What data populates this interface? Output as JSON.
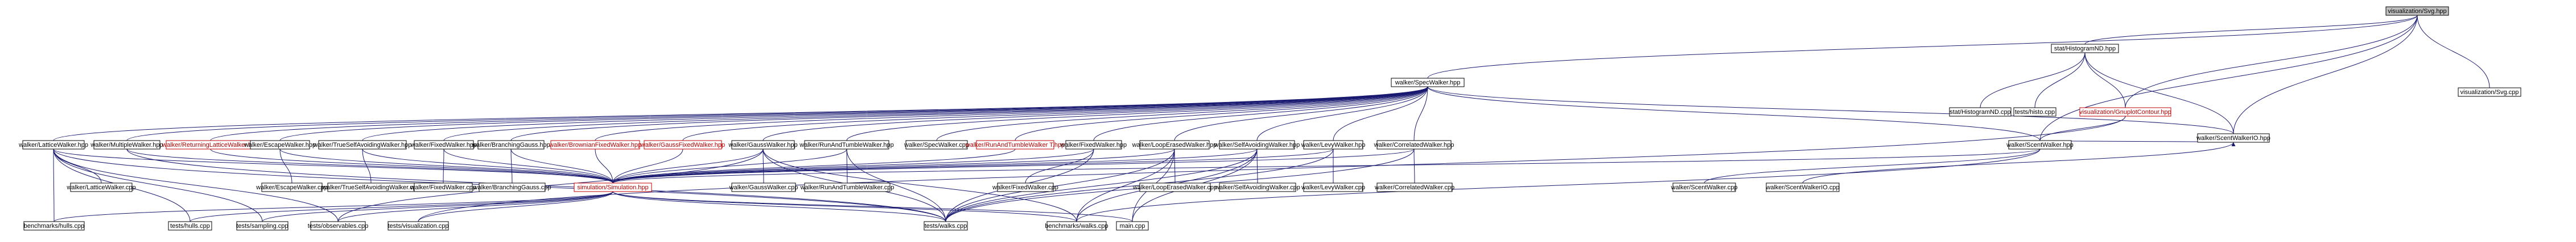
{
  "colors": {
    "edge": "#191970",
    "root_fill": "#bfbfbf",
    "broken_link": "#b00000"
  },
  "nodes": [
    {
      "id": "root",
      "label": "visualization/Svg.hpp",
      "kind": "root"
    },
    {
      "id": "svgcpp",
      "label": "visualization/Svg.cpp"
    },
    {
      "id": "hist",
      "label": "stat/HistogramND.hpp"
    },
    {
      "id": "specwalker",
      "label": "walker/SpecWalker.hpp"
    },
    {
      "id": "histcpp",
      "label": "stat/HistogramND.cpp"
    },
    {
      "id": "testshisto",
      "label": "tests/histo.cpp"
    },
    {
      "id": "gnuplot",
      "label": "visualization/GnuplotContour.hpp",
      "kind": "red"
    },
    {
      "id": "scentio",
      "label": "walker/ScentWalkerIO.hpp"
    },
    {
      "id": "lattice",
      "label": "walker/LatticeWalker.hpp"
    },
    {
      "id": "multiple",
      "label": "walker/MultipleWalker.hpp"
    },
    {
      "id": "returning",
      "label": "walker/ReturningLatticeWalker.hpp",
      "kind": "red"
    },
    {
      "id": "escape",
      "label": "walker/EscapeWalker.hpp"
    },
    {
      "id": "trueself",
      "label": "walker/TrueSelfAvoidingWalker.hpp"
    },
    {
      "id": "fractal",
      "label": "walker/FixedWalker.hpp"
    },
    {
      "id": "branching",
      "label": "walker/BranchingGauss.hpp"
    },
    {
      "id": "brownian",
      "label": "walker/BrownianFixedWalker.hpp",
      "kind": "red"
    },
    {
      "id": "gaussfixed",
      "label": "walker/GaussFixedWalker.hpp",
      "kind": "red"
    },
    {
      "id": "gauss",
      "label": "walker/GaussWalker.hpp"
    },
    {
      "id": "runtumble",
      "label": "walker/RunAndTumbleWalker.hpp"
    },
    {
      "id": "specwalkercpp",
      "label": "walker/SpecWalker.cpp"
    },
    {
      "id": "runtumbleT",
      "label": "walker/RunAndTumbleWalker T.hpp",
      "kind": "red"
    },
    {
      "id": "fixedwalker",
      "label": "walker/FixedWalker.hpp"
    },
    {
      "id": "loop",
      "label": "walker/LoopErasedWalker.hpp"
    },
    {
      "id": "selfavoid",
      "label": "walker/SelfAvoidingWalker.hpp"
    },
    {
      "id": "levy",
      "label": "walker/LevyWalker.hpp"
    },
    {
      "id": "correlated",
      "label": "walker/CorrelatedWalker.hpp"
    },
    {
      "id": "scent",
      "label": "walker/ScentWalker.hpp"
    },
    {
      "id": "simulation",
      "label": "simulation/Simulation.hpp",
      "kind": "red"
    },
    {
      "id": "latticecpp",
      "label": "walker/LatticeWalker.cpp"
    },
    {
      "id": "escapecpp",
      "label": "walker/EscapeWalker.cpp"
    },
    {
      "id": "trueselfcpp",
      "label": "walker/TrueSelfAvoidingWalker.cpp"
    },
    {
      "id": "fixedcpp",
      "label": "walker/FixedWalker.cpp"
    },
    {
      "id": "branchingcpp",
      "label": "walker/BranchingGauss.cpp"
    },
    {
      "id": "gausscpp",
      "label": "walker/GaussWalker.cpp"
    },
    {
      "id": "runtumblecpp",
      "label": "walker/RunAndTumbleWalker.cpp"
    },
    {
      "id": "fixedwalkercpp",
      "label": "walker/FixedWalker.cpp"
    },
    {
      "id": "loopcpp",
      "label": "walker/LoopErasedWalker.cpp"
    },
    {
      "id": "selfavoidcpp",
      "label": "walker/SelfAvoidingWalker.cpp"
    },
    {
      "id": "levycpp",
      "label": "walker/LevyWalker.cpp"
    },
    {
      "id": "correlatedcpp",
      "label": "walker/CorrelatedWalker.cpp"
    },
    {
      "id": "scentcpp",
      "label": "walker/ScentWalker.cpp"
    },
    {
      "id": "scentiocpp",
      "label": "walker/ScentWalkerIO.cpp"
    },
    {
      "id": "benchhulls",
      "label": "benchmarks/hulls.cpp"
    },
    {
      "id": "testshulls",
      "label": "tests/hulls.cpp"
    },
    {
      "id": "sampling",
      "label": "tests/sampling.cpp"
    },
    {
      "id": "observables",
      "label": "tests/observables.cpp"
    },
    {
      "id": "testsvis",
      "label": "tests/visualization.cpp"
    },
    {
      "id": "testswalks",
      "label": "tests/walks.cpp"
    },
    {
      "id": "benchwalks",
      "label": "benchmarks/walks.cpp"
    },
    {
      "id": "maincpp",
      "label": "main.cpp"
    }
  ],
  "edges": [
    [
      "root",
      "svgcpp"
    ],
    [
      "root",
      "hist"
    ],
    [
      "root",
      "specwalker"
    ],
    [
      "root",
      "gnuplot"
    ],
    [
      "root",
      "scentio"
    ],
    [
      "root",
      "scent"
    ],
    [
      "hist",
      "histcpp"
    ],
    [
      "hist",
      "testshisto"
    ],
    [
      "hist",
      "gnuplot"
    ],
    [
      "hist",
      "scentio"
    ],
    [
      "gnuplot",
      "scent"
    ],
    [
      "gnuplot",
      "testsvis"
    ],
    [
      "specwalker",
      "lattice"
    ],
    [
      "specwalker",
      "multiple"
    ],
    [
      "specwalker",
      "returning"
    ],
    [
      "specwalker",
      "escape"
    ],
    [
      "specwalker",
      "trueself"
    ],
    [
      "specwalker",
      "fractal"
    ],
    [
      "specwalker",
      "branching"
    ],
    [
      "specwalker",
      "brownian"
    ],
    [
      "specwalker",
      "gaussfixed"
    ],
    [
      "specwalker",
      "gauss"
    ],
    [
      "specwalker",
      "runtumble"
    ],
    [
      "specwalker",
      "specwalkercpp"
    ],
    [
      "specwalker",
      "runtumbleT"
    ],
    [
      "specwalker",
      "fixedwalker"
    ],
    [
      "specwalker",
      "loop"
    ],
    [
      "specwalker",
      "selfavoid"
    ],
    [
      "specwalker",
      "levy"
    ],
    [
      "specwalker",
      "correlated"
    ],
    [
      "specwalker",
      "scent"
    ],
    [
      "specwalker",
      "scentio"
    ],
    [
      "lattice",
      "latticecpp"
    ],
    [
      "lattice",
      "simulation"
    ],
    [
      "lattice",
      "benchhulls"
    ],
    [
      "lattice",
      "testshulls"
    ],
    [
      "lattice",
      "sampling"
    ],
    [
      "lattice",
      "observables"
    ],
    [
      "lattice",
      "testswalks"
    ],
    [
      "multiple",
      "simulation"
    ],
    [
      "multiple",
      "testswalks"
    ],
    [
      "returning",
      "simulation"
    ],
    [
      "escape",
      "escapecpp"
    ],
    [
      "escape",
      "simulation"
    ],
    [
      "trueself",
      "trueselfcpp"
    ],
    [
      "trueself",
      "simulation"
    ],
    [
      "fractal",
      "fixedcpp"
    ],
    [
      "fractal",
      "simulation"
    ],
    [
      "branching",
      "branchingcpp"
    ],
    [
      "branching",
      "simulation"
    ],
    [
      "brownian",
      "simulation"
    ],
    [
      "gaussfixed",
      "simulation"
    ],
    [
      "gauss",
      "gausscpp"
    ],
    [
      "gauss",
      "simulation"
    ],
    [
      "gauss",
      "testswalks"
    ],
    [
      "gauss",
      "benchwalks"
    ],
    [
      "gauss",
      "observables"
    ],
    [
      "runtumble",
      "runtumblecpp"
    ],
    [
      "runtumble",
      "simulation"
    ],
    [
      "runtumble",
      "testswalks"
    ],
    [
      "runtumbleT",
      "simulation"
    ],
    [
      "fixedwalker",
      "fixedwalkercpp"
    ],
    [
      "fixedwalker",
      "simulation"
    ],
    [
      "fixedwalker",
      "testswalks"
    ],
    [
      "loop",
      "loopcpp"
    ],
    [
      "loop",
      "simulation"
    ],
    [
      "loop",
      "testswalks"
    ],
    [
      "loop",
      "benchwalks"
    ],
    [
      "loop",
      "maincpp"
    ],
    [
      "selfavoid",
      "selfavoidcpp"
    ],
    [
      "selfavoid",
      "simulation"
    ],
    [
      "selfavoid",
      "testswalks"
    ],
    [
      "selfavoid",
      "benchwalks"
    ],
    [
      "selfavoid",
      "maincpp"
    ],
    [
      "levy",
      "levycpp"
    ],
    [
      "levy",
      "simulation"
    ],
    [
      "levy",
      "testswalks"
    ],
    [
      "correlated",
      "correlatedcpp"
    ],
    [
      "correlated",
      "simulation"
    ],
    [
      "correlated",
      "testswalks"
    ],
    [
      "scent",
      "scentcpp"
    ],
    [
      "scent",
      "simulation"
    ],
    [
      "scent",
      "benchwalks"
    ],
    [
      "scentio",
      "scentiocpp"
    ],
    [
      "scentio",
      "scent"
    ],
    [
      "simulation",
      "benchhulls"
    ],
    [
      "simulation",
      "testshulls"
    ],
    [
      "simulation",
      "sampling"
    ],
    [
      "simulation",
      "observables"
    ],
    [
      "simulation",
      "testsvis"
    ],
    [
      "simulation",
      "testswalks"
    ],
    [
      "simulation",
      "benchwalks"
    ],
    [
      "simulation",
      "maincpp"
    ]
  ]
}
